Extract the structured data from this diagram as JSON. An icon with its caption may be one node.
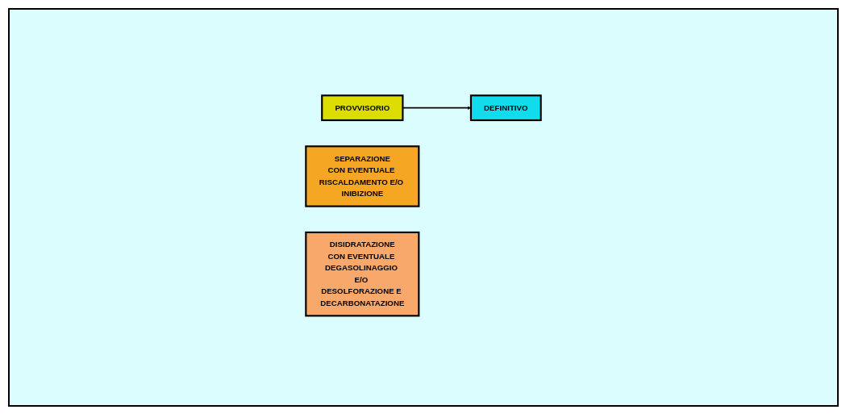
{
  "diagram": {
    "nodes": [
      {
        "text": [
          "PROVVISORIO"
        ]
      },
      {
        "text": [
          "SEPARAZIONE",
          "CON EVENTUALE RISCALDAMENTO E/O INIBIZIONE"
        ]
      },
      {
        "text": [
          "DEFINITIVO"
        ]
      },
      {
        "text": [
          "DISIDRATAZIONE",
          "CON EVENTUALE DEGASOLINAGGIO E/O DESOLFORAZIONE E DECARBONATAZIONE"
        ]
      }
    ],
    "edges": [
      {
        "from": 0,
        "to": 2,
        "arrow": "to"
      }
    ]
  }
}
